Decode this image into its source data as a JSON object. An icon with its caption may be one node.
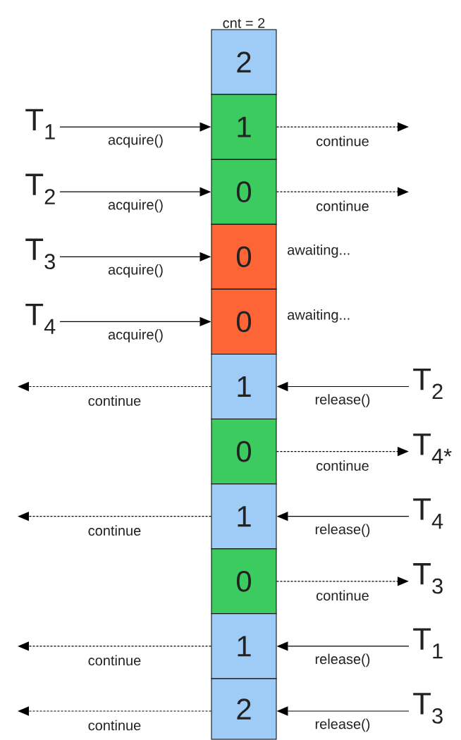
{
  "diagram": {
    "nodes": [
      {
        "text": [
          "2"
        ]
      },
      {
        "text": [
          "1"
        ]
      },
      {
        "text": [
          "0"
        ]
      },
      {
        "text": [
          "0"
        ]
      },
      {
        "text": [
          "0"
        ]
      },
      {
        "text": [
          "1"
        ]
      },
      {
        "text": [
          "0"
        ]
      },
      {
        "text": [
          "1"
        ]
      },
      {
        "text": [
          "0"
        ]
      },
      {
        "text": [
          "1"
        ]
      },
      {
        "text": [
          "2"
        ]
      },
      {
        "text": [
          "T$_{1}$"
        ]
      },
      {
        "text": [
          "T$_{2}$"
        ]
      },
      {
        "text": [
          "T$_{3}$"
        ]
      },
      {
        "text": [
          "T$_{4}$"
        ]
      },
      {
        "text": [
          "T$_{2}$"
        ]
      },
      {
        "text": [
          "T$_{4*}$"
        ]
      },
      {
        "text": [
          "T$_{4}$"
        ]
      },
      {
        "text": [
          "T$_{3}$"
        ]
      },
      {
        "text": [
          "T$_{1}$"
        ]
      },
      {
        "text": [
          "T$_{3}$"
        ]
      }
    ],
    "edges": [
      {
        "from": 11,
        "to": 1,
        "arrow": "to",
        "label": "acquire()"
      },
      {
        "from": 1,
        "to": null,
        "arrow": "to",
        "label": "continue",
        "style": "dashed"
      },
      {
        "from": 12,
        "to": 2,
        "arrow": "to",
        "label": "acquire()"
      },
      {
        "from": 2,
        "to": null,
        "arrow": "to",
        "label": "continue",
        "style": "dashed"
      },
      {
        "from": 13,
        "to": 3,
        "arrow": "to",
        "label": "acquire()"
      },
      {
        "from": 14,
        "to": 4,
        "arrow": "to",
        "label": "acquire()"
      },
      {
        "from": 5,
        "to": null,
        "arrow": "to",
        "label": "continue",
        "style": "dashed"
      },
      {
        "from": 15,
        "to": 5,
        "arrow": "to",
        "label": "release()"
      },
      {
        "from": 6,
        "to": 16,
        "arrow": "to",
        "label": "continue",
        "style": "dashed"
      },
      {
        "from": 7,
        "to": null,
        "arrow": "to",
        "label": "continue",
        "style": "dashed"
      },
      {
        "from": 17,
        "to": 7,
        "arrow": "to",
        "label": "release()"
      },
      {
        "from": 8,
        "to": 18,
        "arrow": "to",
        "label": "continue",
        "style": "dashed"
      },
      {
        "from": 9,
        "to": null,
        "arrow": "to",
        "label": "continue",
        "style": "dashed"
      },
      {
        "from": 19,
        "to": 9,
        "arrow": "to",
        "label": "release()"
      },
      {
        "from": 10,
        "to": null,
        "arrow": "to",
        "label": "continue",
        "style": "dashed"
      },
      {
        "from": 20,
        "to": 10,
        "arrow": "to",
        "label": "release()"
      }
    ],
    "labels": [
      "cnt = 2",
      "awaiting...",
      "awaiting..."
    ]
  }
}
